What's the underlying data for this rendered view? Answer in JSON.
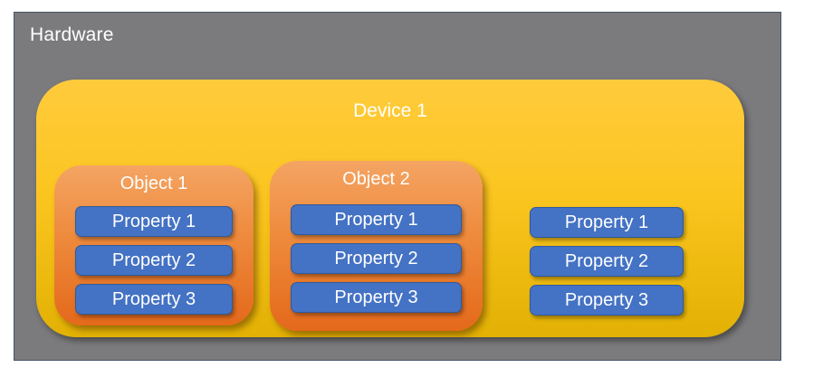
{
  "hardware": {
    "label": "Hardware"
  },
  "device": {
    "label": "Device 1"
  },
  "objects": [
    {
      "label": "Object 1",
      "properties": [
        "Property 1",
        "Property 2",
        "Property 3"
      ]
    },
    {
      "label": "Object 2",
      "properties": [
        "Property 1",
        "Property 2",
        "Property 3"
      ]
    }
  ],
  "standalone_properties": [
    "Property 1",
    "Property 2",
    "Property 3"
  ],
  "colors": {
    "canvas_background": "#FFFFFF",
    "hardware_fill": "#7B7B7D",
    "hardware_border": "#44546A",
    "device_gradient_top": "#FFCB3C",
    "device_gradient_bottom": "#E2B104",
    "object_gradient_top": "#F4A463",
    "object_gradient_bottom": "#E4691B",
    "property_fill": "#4472C4",
    "property_border": "#2E5B9E",
    "label_text": "#FFFFFF"
  }
}
